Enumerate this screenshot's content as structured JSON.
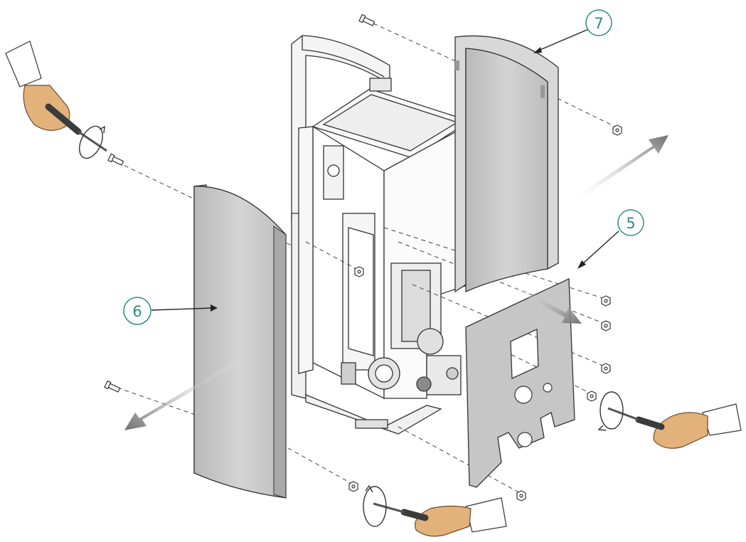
{
  "diagram": {
    "callouts": [
      {
        "id": "left-side-panel",
        "label": "6"
      },
      {
        "id": "rear-panel",
        "label": "5"
      },
      {
        "id": "right-side-panel",
        "label": "7"
      }
    ],
    "colors": {
      "callout_stroke": "#2f8a86",
      "callout_text": "#2f8a86",
      "panel_fill": "#c9c9c9",
      "panel_edge": "#5a5a5a",
      "skin": "#e3b27a",
      "tool_handle": "#3b3b3b",
      "motion_arrow": "#8a8a8a"
    },
    "icons": [
      "hand-with-screwdriver-icon",
      "rotation-arrow-icon",
      "removal-direction-arrow-icon",
      "screw-icon"
    ]
  }
}
